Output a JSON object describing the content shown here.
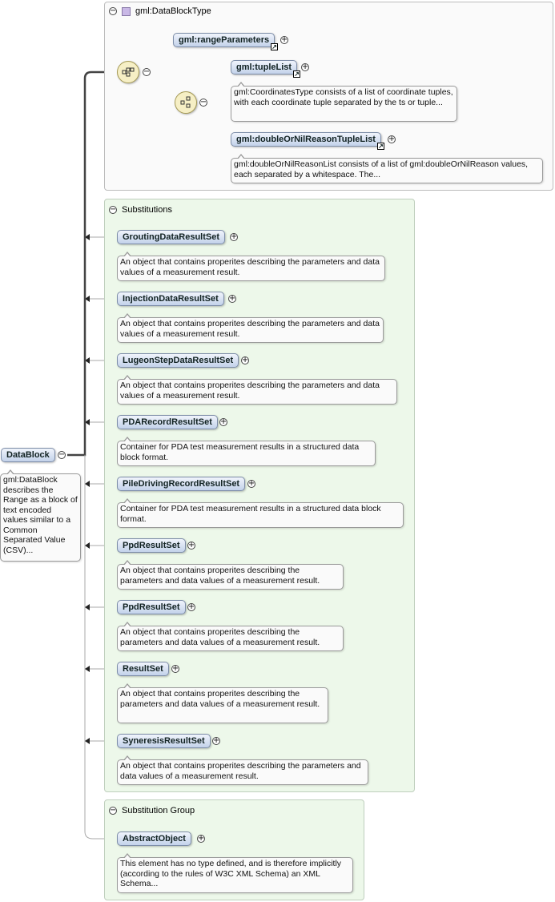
{
  "root": {
    "name": "DataBlock",
    "doc": "gml:DataBlock describes the Range as a block of text encoded values similar to a Common Separated Value (CSV)..."
  },
  "type_panel": {
    "title": "gml:DataBlockType",
    "range_parameters": "gml:rangeParameters",
    "tuple_list": "gml:tupleList",
    "tuple_list_doc": "gml:CoordinatesType consists of a list of coordinate tuples, with each coordinate tuple separated by the ts or tuple...",
    "double_list": "gml:doubleOrNilReasonTupleList",
    "double_list_doc": "gml:doubleOrNilReasonList consists of a list of gml:doubleOrNilReason values, each separated by a whitespace. The..."
  },
  "substitutions": {
    "title": "Substitutions",
    "items": [
      {
        "name": "GroutingDataResultSet",
        "doc": "An object that contains properites describing the parameters and data values of a measurement result."
      },
      {
        "name": "InjectionDataResultSet",
        "doc": "An object that contains properites describing the parameters and data values of a measurement result."
      },
      {
        "name": "LugeonStepDataResultSet",
        "doc": "An object that contains properites describing the parameters and data values of a measurement result."
      },
      {
        "name": "PDARecordResultSet",
        "doc": "Container for PDA test measurement results in a structured data block format."
      },
      {
        "name": "PileDrivingRecordResultSet",
        "doc": "Container for PDA test measurement results in a structured data block format."
      },
      {
        "name": "PpdResultSet",
        "doc": "An object that contains properites describing the parameters and data values of a measurement result."
      },
      {
        "name": "PpdResultSet",
        "doc": "An object that contains properites describing the parameters and data values of a measurement result."
      },
      {
        "name": "ResultSet",
        "doc": "An object that contains properites describing the parameters and data values of a measurement result."
      },
      {
        "name": "SyneresisResultSet",
        "doc": "An object that contains properites describing the parameters and data values of a measurement result."
      }
    ]
  },
  "substitution_group": {
    "title": "Substitution Group",
    "item": "AbstractObject",
    "doc": "This element has no type defined, and is therefore implicitly (according to the rules of W3C XML Schema) an XML Schema..."
  }
}
